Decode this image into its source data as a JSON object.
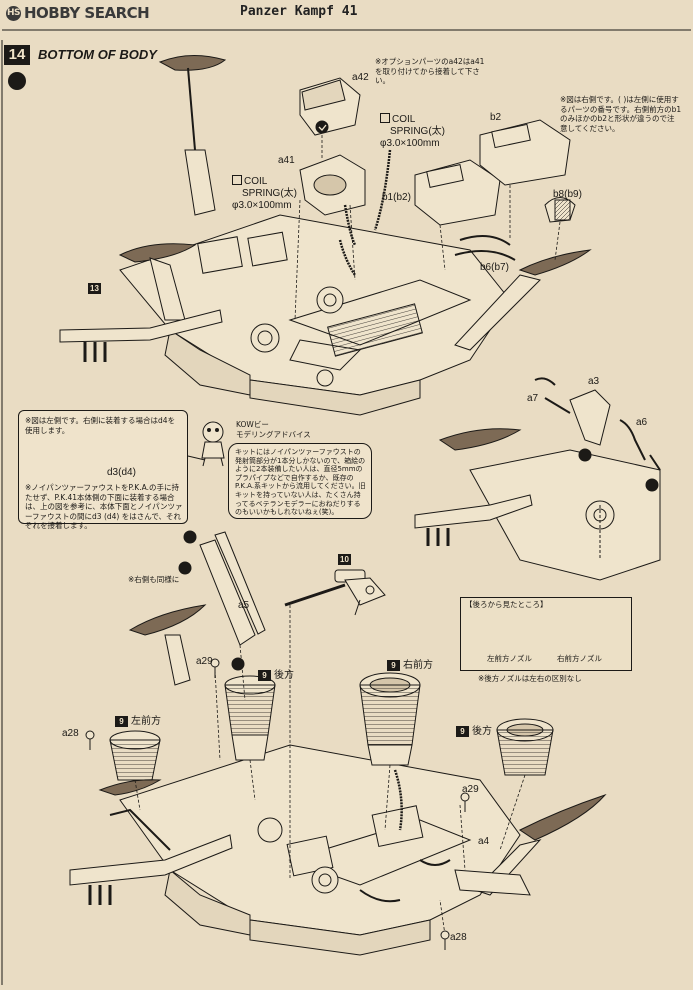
{
  "watermark": "HOBBY SEARCH",
  "model_name": "Panzer Kampf 41",
  "step": {
    "number": "14",
    "title": "BOTTOM OF BODY"
  },
  "labels": {
    "a42": "a42",
    "a41": "a41",
    "b2": "b2",
    "b1b2": "b1(b2)",
    "b8b9": "b8(b9)",
    "b6b7": "b6(b7)",
    "a3": "a3",
    "a7": "a7",
    "a6": "a6",
    "a5": "a5",
    "a29_top": "a29",
    "a29_bottom": "a29",
    "a28_top": "a28",
    "a28_bottom": "a28",
    "a4": "a4",
    "d3d4": "d3(d4)"
  },
  "coil_left": {
    "line1": "COIL",
    "line2": "SPRING(太)",
    "line3": "φ3.0×100mm"
  },
  "coil_right": {
    "line1": "COIL",
    "line2": "SPRING(太)",
    "line3": "φ3.0×100mm"
  },
  "option_note": "※オプションパーツのa42はa41を取り付けてから接着して下さい。",
  "right_side_note": "※図は右側です。( )は左側に使用するパーツの番号です。右側前方のb1のみほかのb2と形状が違うので注意してください。",
  "left_side_note_top": "※図は左側です。右側に装着する場合はd4を使用します。",
  "left_side_note_bottom": "※ノイパンツァーファウストをP.K.A.の手に持たせず、P.K.41本体側の下面に装着する場合は、上の図を参考に、本体下面とノイパンツァーファウストの間にd3 (d4) をはさんで、それぞれを接着します。",
  "kow": {
    "name": "KOWビー",
    "subtitle": "モデリングアドバイス",
    "text": "キットにはノイパンツァーファウストの発射筒部分が1本分しかないので、箱絵のように2本装備したい人は、直径5mmのプラパイプなどで自作するか、既存のP.K.A.系キットから流用してください。旧キットを持っていない人は、たくさん持ってるベテランモデラーにおねだりするのもいいかもしれないねぇ(笑)。"
  },
  "same_right_note": "※右側も同様に",
  "refs": {
    "ref13": "13",
    "ref10": "10",
    "ref9": "9"
  },
  "nozzle_labels": {
    "rear": "後方",
    "right_front": "右前方",
    "left_front": "左前方"
  },
  "rear_view": {
    "title": "【後ろから見たところ】",
    "left_label": "左前方ノズル",
    "right_label": "右前方ノズル",
    "note": "※後方ノズルは左右の区別なし"
  },
  "colors": {
    "paper": "#e9dcc3",
    "ink": "#1c1a17",
    "pad": "#7d6a55"
  }
}
